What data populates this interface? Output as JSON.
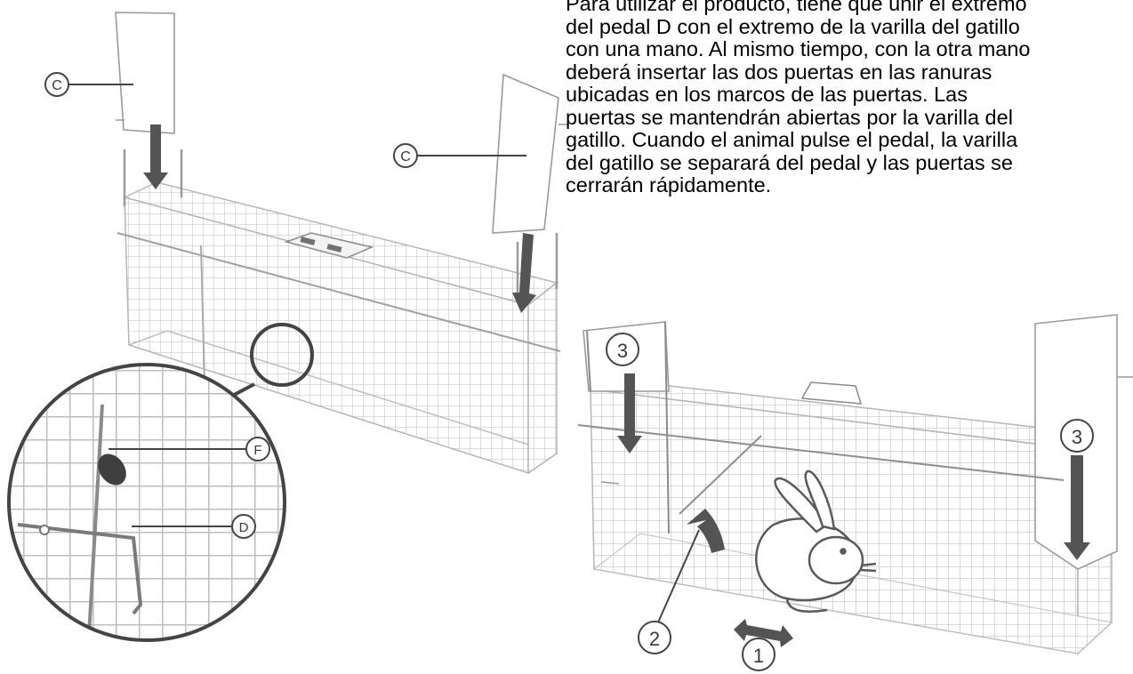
{
  "instructions": {
    "lines": [
      "Para utilizar el producto, tiene que unir el extremo",
      "del pedal D con el extremo de la varilla del gatillo",
      "con una mano. Al mismo tiempo, con la otra mano",
      "deberá insertar las dos puertas en las ranuras",
      "ubicadas en los marcos de las puertas. Las",
      "puertas se mantendrán abiertas por la varilla del",
      "gatillo. Cuando el animal pulse el pedal, la varilla",
      "del gatillo se separará del pedal y las puertas se",
      "cerrarán rápidamente."
    ]
  },
  "callouts": {
    "c_left": "C",
    "c_right": "C",
    "f": "F",
    "d": "D",
    "step3_left": "3",
    "step3_right": "3",
    "step2": "2",
    "step1": "1"
  },
  "colors": {
    "wire": "#c6c6c6",
    "arrow": "#545454",
    "line": "#444444"
  }
}
